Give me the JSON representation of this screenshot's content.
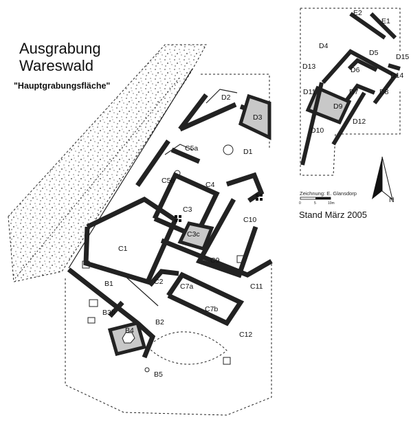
{
  "title_line1": "Ausgrabung",
  "title_line2": "Wareswald",
  "subtitle": "\"Hauptgrabungsfläche\"",
  "stand": "Stand März 2005",
  "credit": "Zeichnung: E. Glansdorp",
  "north": "N",
  "scale_ticks": [
    "0",
    "5",
    "10m"
  ],
  "rooms": {
    "C1": "C1",
    "C2": "C2",
    "C3": "C3",
    "C3c": "C3c",
    "C4": "C4",
    "C5a": "C5a",
    "C5b": "C5b",
    "C7a": "C7a",
    "C7b": "C7b",
    "C9": "C9",
    "C10": "C10",
    "C11": "C11",
    "C12": "C12",
    "B1": "B1",
    "B2": "B2",
    "B3b": "B3b",
    "B4": "B4",
    "B5": "B5",
    "D1": "D1",
    "D2": "D2",
    "D3": "D3",
    "D4": "D4",
    "D5": "D5",
    "D6": "D6",
    "D7": "D7",
    "D8": "D8",
    "D9": "D9",
    "D10": "D10",
    "D11": "D11",
    "D12": "D12",
    "D13": "D13",
    "D14": "D14",
    "D15": "D15",
    "E1": "E1",
    "E2": "E2"
  }
}
